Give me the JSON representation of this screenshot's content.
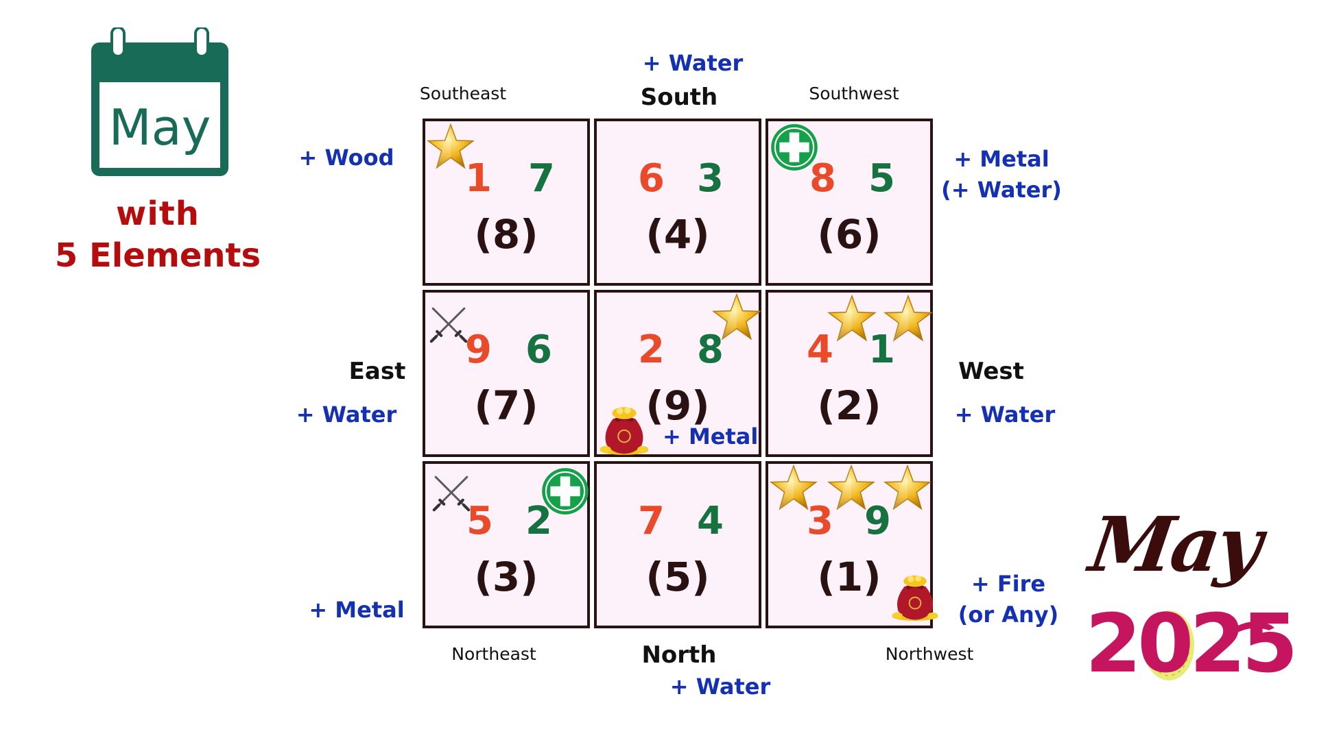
{
  "calendar": {
    "month": "May"
  },
  "heading": {
    "line1": "with",
    "line2": "5 Elements"
  },
  "directions": {
    "south": "South",
    "north": "North",
    "east": "East",
    "west": "West",
    "southeast": "Southeast",
    "southwest": "Southwest",
    "northeast": "Northeast",
    "northwest": "Northwest"
  },
  "element_labels": {
    "south_top": "+ Water",
    "southeast": "+ Wood",
    "southwest_line1": "+ Metal",
    "southwest_line2": "(+ Water)",
    "east": "+ Water",
    "west": "+ Water",
    "center": "+ Metal",
    "northeast": "+ Metal",
    "northwest_line1": "+ Fire",
    "northwest_line2": "(or Any)",
    "north_bottom": "+ Water"
  },
  "grid": [
    {
      "position": "southeast",
      "red": "1",
      "green": "7",
      "base": "(8)",
      "icons": [
        "star-icon"
      ]
    },
    {
      "position": "south",
      "red": "6",
      "green": "3",
      "base": "(4)",
      "icons": []
    },
    {
      "position": "southwest",
      "red": "8",
      "green": "5",
      "base": "(6)",
      "icons": [
        "health-cross-icon"
      ]
    },
    {
      "position": "east",
      "red": "9",
      "green": "6",
      "base": "(7)",
      "icons": [
        "crossed-swords-icon"
      ]
    },
    {
      "position": "center",
      "red": "2",
      "green": "8",
      "base": "(9)",
      "icons": [
        "star-icon",
        "money-bag-icon"
      ]
    },
    {
      "position": "west",
      "red": "4",
      "green": "1",
      "base": "(2)",
      "icons": [
        "star-icon",
        "star-icon"
      ]
    },
    {
      "position": "northeast",
      "red": "5",
      "green": "2",
      "base": "(3)",
      "icons": [
        "crossed-swords-icon",
        "health-cross-icon"
      ]
    },
    {
      "position": "north",
      "red": "7",
      "green": "4",
      "base": "(5)",
      "icons": []
    },
    {
      "position": "northwest",
      "red": "3",
      "green": "9",
      "base": "(1)",
      "icons": [
        "star-icon",
        "star-icon",
        "star-icon",
        "money-bag-icon"
      ]
    }
  ],
  "corner_art": {
    "script": "May",
    "year": "2025"
  },
  "colors": {
    "heading_red": "#b50d0d",
    "element_blue": "#1431b4",
    "num_red": "#e84a2a",
    "num_green": "#16723f",
    "cell_bg": "#fdf1fa",
    "cell_border": "#2b1212",
    "calendar_green": "#176b57",
    "year_magenta": "#c5155f"
  }
}
